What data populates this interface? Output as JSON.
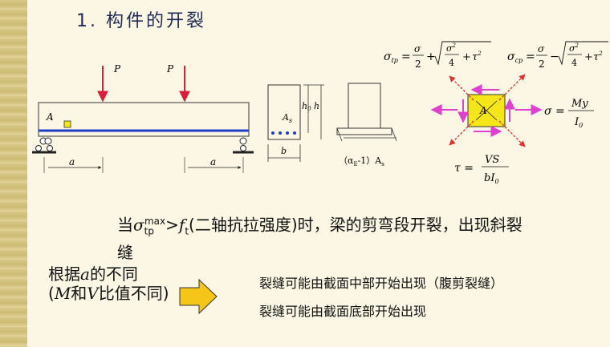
{
  "heading": "1. 构件的开裂",
  "diagram": {
    "load_p1": "P",
    "load_p2": "P",
    "point_a_beam": "A",
    "dim_a1": "a",
    "dim_a2": "a",
    "section_as": "A",
    "section_as_sub": "s",
    "section_h0": "h",
    "section_h0_sub": "0",
    "section_h": "h",
    "section_b": "b",
    "transformed_label": "（α",
    "transformed_sub": "E",
    "transformed_rest": "-1）A",
    "transformed_sub2": "s",
    "element_a": "A",
    "eq_sigma_tp": "σ",
    "eq_sigma_tp_sub": "tp",
    "eq_sigma_cp": "σ",
    "eq_sigma_cp_sub": "cp",
    "eq_sigma_lhs": "σ =",
    "eq_sigma_num": "My",
    "eq_sigma_den": "I",
    "eq_sigma_den_sub": "0",
    "eq_tau_lhs": "τ =",
    "eq_tau_num": "VS",
    "eq_tau_den": "bI",
    "eq_tau_den_sub": "0"
  },
  "statement": {
    "prefix": "当",
    "sigma": "σ",
    "sigma_sub": "tp",
    "sigma_sup": "max",
    "gt": ">",
    "ft": "f",
    "ft_sub": "t",
    "rest": "(二轴抗拉强度)时，梁的剪弯段开裂，出现斜裂缝"
  },
  "left_note": {
    "line1_prefix": "根据",
    "line1_a": "a",
    "line1_suffix": "的不同",
    "line2_prefix": "(",
    "line2_m": "M",
    "line2_and": "和",
    "line2_v": "V",
    "line2_suffix": "比值不同)"
  },
  "outcomes": {
    "web_shear": "裂缝可能由截面中部开始出现（腹剪裂缝）",
    "flexure_shear": "裂缝可能由截面底部开始出现"
  },
  "colors": {
    "heading": "#1f2a57",
    "load_arrow": "#d81e3a",
    "rebar": "#1e3cc8",
    "stress_arrow_pink": "#e040d0",
    "stress_arrow_red": "#e03030",
    "element_fill": "#f5e61a",
    "block_arrow": "#f5c518"
  }
}
